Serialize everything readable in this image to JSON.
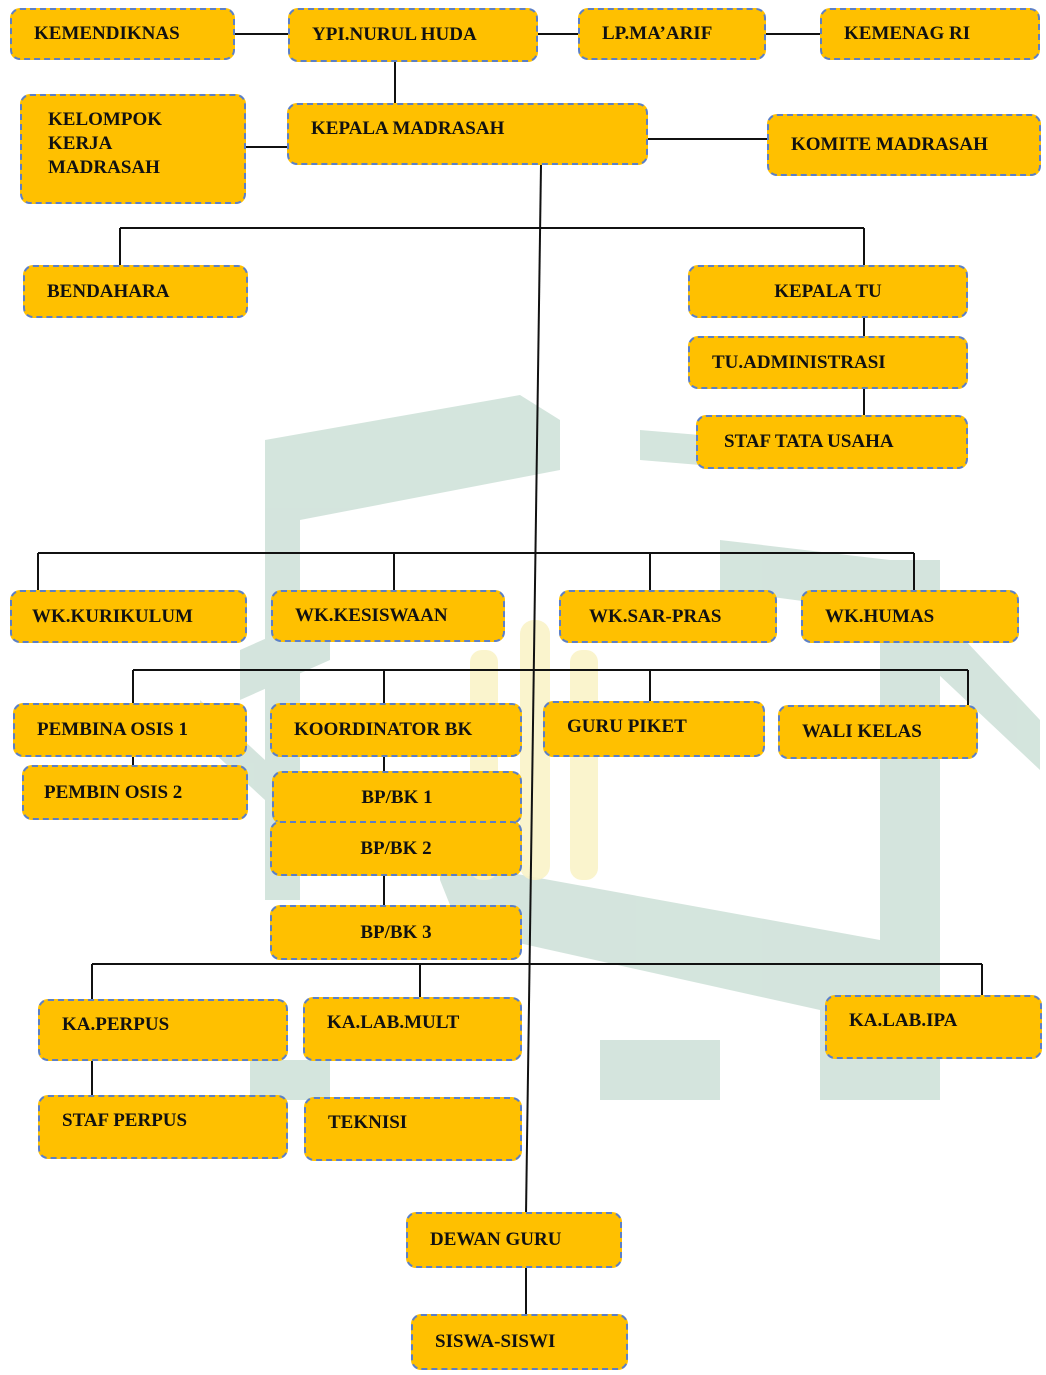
{
  "nodes": {
    "kemendiknas": "KEMENDIKNAS",
    "ypi": "YPI.NURUL HUDA",
    "lpmaarif": "LP.MA’ARIF",
    "kemenag": "KEMENAG RI",
    "kkm": "KELOMPOK\nKERJA\nMADRASAH",
    "kepala_madrasah": "KEPALA MADRASAH",
    "komite": "KOMITE MADRASAH",
    "bendahara": "BENDAHARA",
    "kepala_tu": "KEPALA TU",
    "tu_administrasi": "TU.ADMINISTRASI",
    "staf_tu": "STAF TATA USAHA",
    "wk_kurikulum": "WK.KURIKULUM",
    "wk_kesiswaan": "WK.KESISWAAN",
    "wk_sarpras": "WK.SAR-PRAS",
    "wk_humas": "WK.HUMAS",
    "pembina_osis1": "PEMBINA OSIS 1",
    "pembina_osis2": "PEMBIN OSIS 2",
    "koordinator_bk": "KOORDINATOR BK",
    "guru_piket": "GURU PIKET",
    "wali_kelas": "WALI KELAS",
    "bpbk1": "BP/BK 1",
    "bpbk2": "BP/BK 2",
    "bpbk3": "BP/BK 3",
    "ka_perpus": "KA.PERPUS",
    "ka_lab_mult": "KA.LAB.MULT",
    "ka_lab_ipa": "KA.LAB.IPA",
    "staf_perpus": "STAF PERPUS",
    "teknisi": "TEKNISI",
    "dewan_guru": "DEWAN GURU",
    "siswa": "SISWA-SISWI"
  },
  "colors": {
    "box_fill": "#ffc000",
    "box_border": "#5b7fc7",
    "line": "#111111",
    "watermark_green": "#c6dcd2",
    "watermark_yellow": "#faf3c8"
  }
}
